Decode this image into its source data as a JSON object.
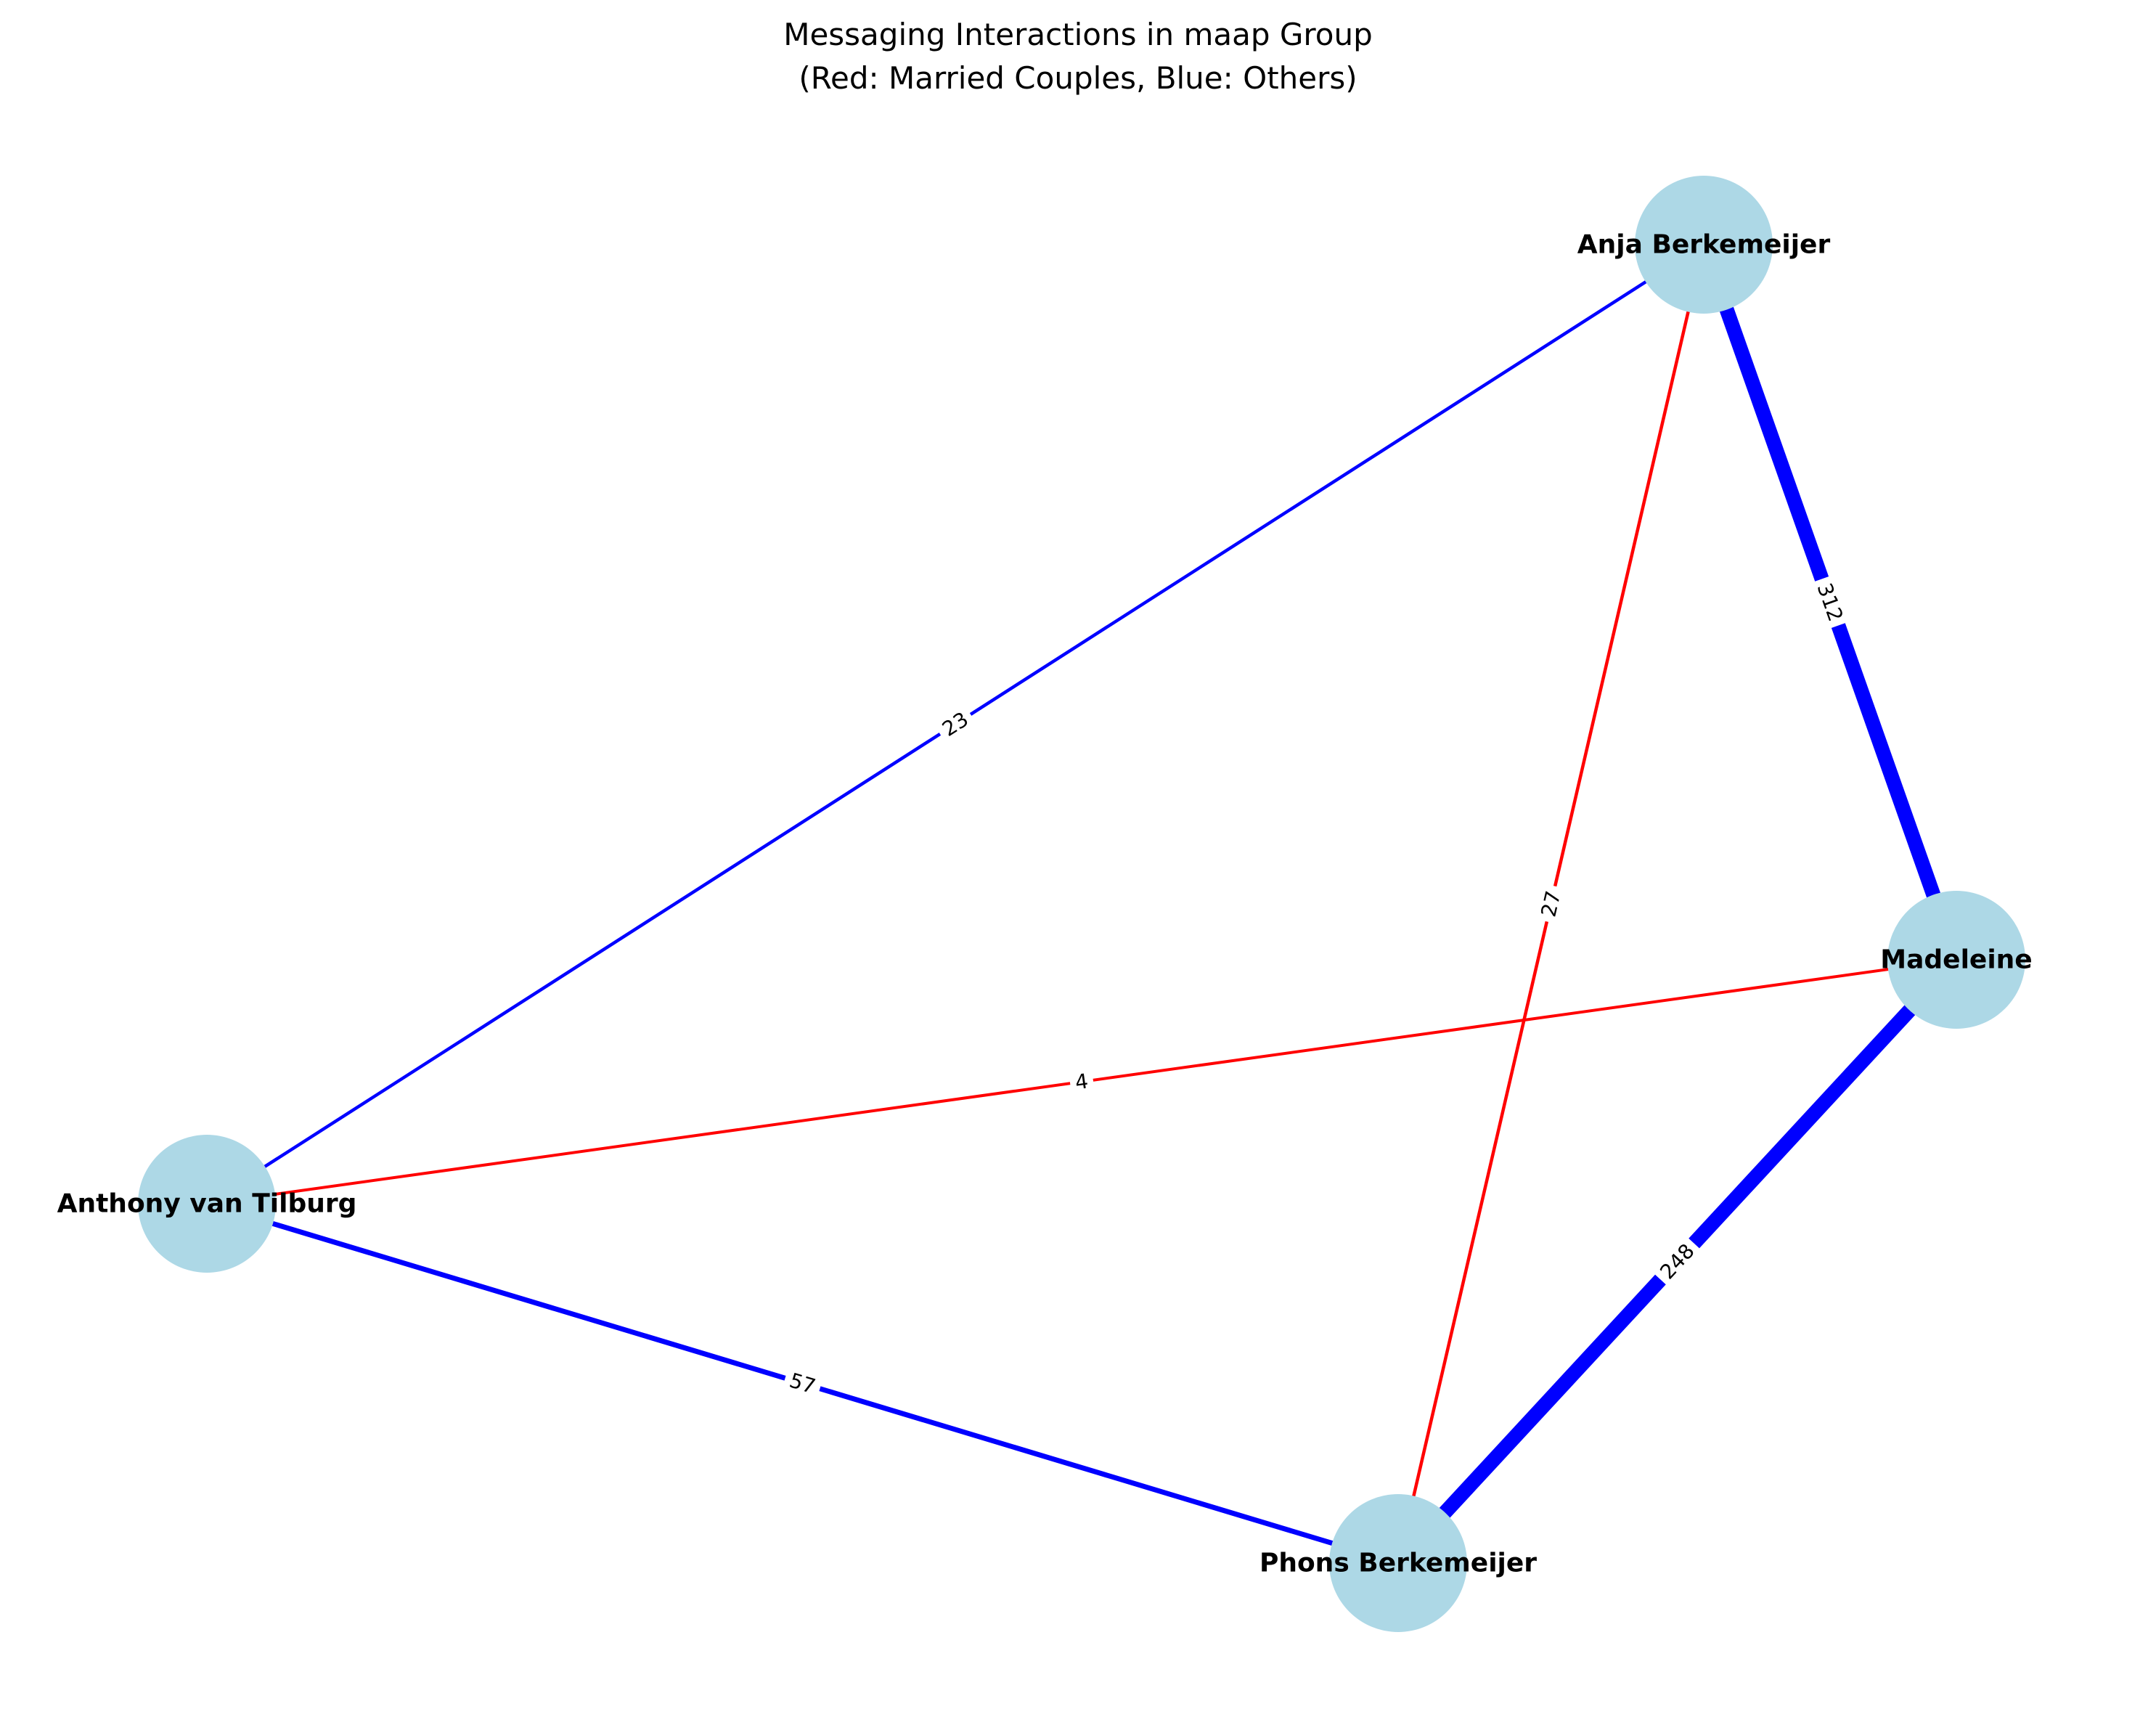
{
  "title": {
    "line1": "Messaging Interactions in maap Group",
    "line2": "(Red: Married Couples, Blue: Others)"
  },
  "colors": {
    "married": "#ff0000",
    "other": "#0000ff",
    "node_fill": "#add8e6",
    "label_box": "#ffffff"
  },
  "nodes": [
    {
      "id": "anja",
      "label": "Anja Berkemeijer"
    },
    {
      "id": "madeleine",
      "label": "Madeleine"
    },
    {
      "id": "anthony",
      "label": "Anthony van Tilburg"
    },
    {
      "id": "phons",
      "label": "Phons Berkemeijer"
    }
  ],
  "edges": [
    {
      "source": "anja",
      "target": "madeleine",
      "count": 312,
      "label": "312",
      "type": "other"
    },
    {
      "source": "madeleine",
      "target": "phons",
      "count": 248,
      "label": "248",
      "type": "other"
    },
    {
      "source": "anthony",
      "target": "phons",
      "count": 57,
      "label": "57",
      "type": "other"
    },
    {
      "source": "anja",
      "target": "anthony",
      "count": 23,
      "label": "23",
      "type": "other"
    },
    {
      "source": "anja",
      "target": "phons",
      "count": 27,
      "label": "27",
      "type": "married"
    },
    {
      "source": "anthony",
      "target": "madeleine",
      "count": 4,
      "label": "4",
      "type": "married"
    }
  ]
}
